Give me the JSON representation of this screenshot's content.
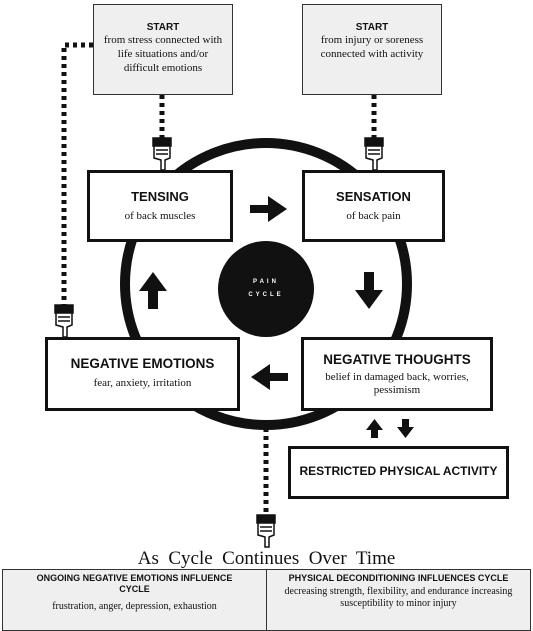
{
  "start_left": {
    "heading": "START",
    "text": "from stress connected with life situations and/or difficult emotions"
  },
  "start_right": {
    "heading": "START",
    "text": "from injury or soreness connected with activity"
  },
  "tensing": {
    "title": "TENSING",
    "sub": "of back muscles"
  },
  "sensation": {
    "title": "SENSATION",
    "sub": "of back pain"
  },
  "center": {
    "line1": "PAIN",
    "line2": "CYCLE"
  },
  "neg_emotions": {
    "title": "NEGATIVE EMOTIONS",
    "sub": "fear, anxiety, irritation"
  },
  "neg_thoughts": {
    "title": "NEGATIVE THOUGHTS",
    "sub": "belief in damaged back, worries, pessimism"
  },
  "restricted": {
    "title": "RESTRICTED PHYSICAL ACTIVITY"
  },
  "over_time": "As  Cycle  Continues  Over  Time",
  "footer_left": {
    "title": "ONGOING NEGATIVE EMOTIONS INFLUENCE CYCLE",
    "text": "frustration, anger, depression, exhaustion"
  },
  "footer_right": {
    "title": "PHYSICAL DECONDITIONING INFLUENCES CYCLE",
    "text": "decreasing strength, flexibility, and endurance increasing susceptibility to minor injury"
  }
}
